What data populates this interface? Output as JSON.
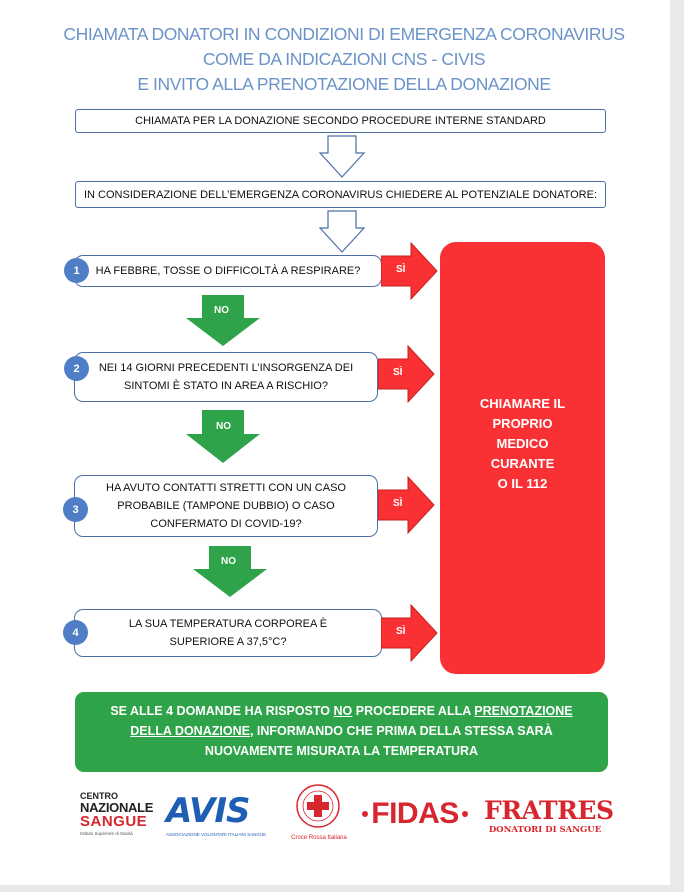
{
  "title": {
    "line1": "CHIAMATA DONATORI IN CONDIZIONI DI EMERGENZA CORONAVIRUS",
    "line2": "COME DA INDICAZIONI CNS - CIVIS",
    "line3": "E INVITO ALLA PRENOTAZIONE DELLA DONAZIONE"
  },
  "steps": {
    "box1": "CHIAMATA PER LA DONAZIONE SECONDO PROCEDURE INTERNE STANDARD",
    "box2": "IN CONSIDERAZIONE DELL’EMERGENZA CORONAVIRUS CHIEDERE AL POTENZIALE DONATORE:"
  },
  "questions": [
    {
      "number": "1",
      "line1": "HA FEBBRE, TOSSE O DIFFICOLTÀ A RESPIRARE?",
      "line2": ""
    },
    {
      "number": "2",
      "line1": "NEI 14 GIORNI PRECEDENTI L’INSORGENZA DEI",
      "line2": "SINTOMI È STATO IN AREA A RISCHIO?"
    },
    {
      "number": "3",
      "line1": "HA AVUTO CONTATTI STRETTI CON UN CASO",
      "line2": "PROBABILE (TAMPONE DUBBIO) O CASO",
      "line3": "CONFERMATO DI COVID-19?"
    },
    {
      "number": "4",
      "line1": "LA SUA TEMPERATURA CORPOREA È",
      "line2": "SUPERIORE A 37,5°C?"
    }
  ],
  "yes_label": "SÌ",
  "no_label": "NO",
  "red_panel": {
    "line1": "CHIAMARE IL",
    "line2": "PROPRIO",
    "line3": "MEDICO",
    "line4": "CURANTE",
    "line5": "O IL 112"
  },
  "green_banner": {
    "part1": "SE ALLE 4 DOMANDE HA RISPOSTO ",
    "part2": "NO",
    "part3": " PROCEDERE ALLA ",
    "part4": "PRENOTAZIONE",
    "part5": "DELLA DONAZIONE",
    "part6": ", INFORMANDO CHE PRIMA DELLA STESSA SARÀ",
    "line3": "NUOVAMENTE MISURATA LA TEMPERATURA"
  },
  "logos": {
    "cns_line1": "CENTRO",
    "cns_line2": "NAZIONALE",
    "cns_line3": "SANGUE",
    "cns_small": "Istituto Superiore di Sanità",
    "avis": "AVIS",
    "avis_sub": "ASSOCIAZIONE VOLONTARI ITALIANI SANGUE",
    "cri": "Croce Rossa Italiana",
    "fidas": "FIDAS",
    "fratres": "FRATRES",
    "fratres_sub": "DONATORI DI SANGUE"
  },
  "colors": {
    "title": "#6b93c8",
    "box_border": "#4b6fa5",
    "number_circle": "#4f7ec6",
    "yes_red": "#fa3134",
    "no_green": "#2ea34a"
  }
}
